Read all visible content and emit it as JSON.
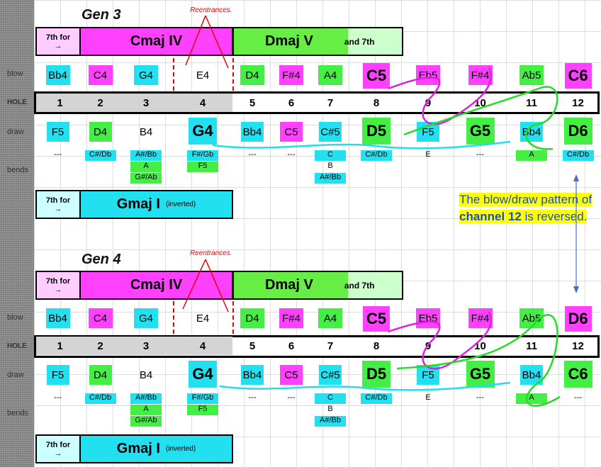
{
  "gen3": {
    "title": "Gen 3",
    "reentrances": "Reentrances.",
    "seventh_for": "7th for",
    "arrow": "→",
    "chord_iv": "Cmaj IV",
    "chord_v": "Dmaj V",
    "and_7th": "and 7th",
    "blow": [
      "Bb4",
      "C4",
      "G4",
      "E4",
      "D4",
      "F#4",
      "A4",
      "C5",
      "Eb5",
      "F#4",
      "Ab5",
      "C6"
    ],
    "holes": [
      "1",
      "2",
      "3",
      "4",
      "5",
      "6",
      "7",
      "8",
      "9",
      "10",
      "11",
      "12"
    ],
    "draw": [
      "F5",
      "D4",
      "B4",
      "G4",
      "Bb4",
      "C5",
      "C#5",
      "D5",
      "F5",
      "G5",
      "Bb4",
      "D6"
    ],
    "bends": [
      [
        "---"
      ],
      [
        "C#/Db"
      ],
      [
        "A#/Bb",
        "A",
        "G#/Ab"
      ],
      [
        "F#/Gb",
        "F5"
      ],
      [
        "---"
      ],
      [
        "---"
      ],
      [
        "C",
        "B",
        "A#/Bb"
      ],
      [
        "C#/Db"
      ],
      [
        "E"
      ],
      [
        "---"
      ],
      [
        "A"
      ],
      [
        "C#/Db"
      ]
    ],
    "chord_i": "Gmaj I",
    "inverted": "(inverted)"
  },
  "gen4": {
    "title": "Gen 4",
    "reentrances": "Reentrances.",
    "seventh_for": "7th for",
    "arrow": "→",
    "chord_iv": "Cmaj IV",
    "chord_v": "Dmaj V",
    "and_7th": "and 7th",
    "blow": [
      "Bb4",
      "C4",
      "G4",
      "E4",
      "D4",
      "F#4",
      "A4",
      "C5",
      "Eb5",
      "F#4",
      "Ab5",
      "D6"
    ],
    "holes": [
      "1",
      "2",
      "3",
      "4",
      "5",
      "6",
      "7",
      "8",
      "9",
      "10",
      "11",
      "12"
    ],
    "draw": [
      "F5",
      "D4",
      "B4",
      "G4",
      "Bb4",
      "C5",
      "C#5",
      "D5",
      "F5",
      "G5",
      "Bb4",
      "C6"
    ],
    "bends": [
      [
        "---"
      ],
      [
        "C#/Db"
      ],
      [
        "A#/Bb",
        "A",
        "G#/Ab"
      ],
      [
        "F#/Gb",
        "F5"
      ],
      [
        "---"
      ],
      [
        "---"
      ],
      [
        "C",
        "B",
        "A#/Bb"
      ],
      [
        "C#/Db"
      ],
      [
        "E"
      ],
      [
        "---"
      ],
      [
        "A"
      ],
      [
        "---"
      ]
    ],
    "chord_i": "Gmaj I",
    "inverted": "(inverted)"
  },
  "row_labels": {
    "blow": "blow",
    "hole": "HOLE",
    "draw": "draw",
    "bends": "bends"
  },
  "callout": {
    "pre": "The blow/draw pattern of ",
    "bold": "channel 12",
    "post": " is reversed."
  },
  "colors": {
    "magenta": "#ff40ff",
    "cyan": "#22e0f0",
    "green": "#44ee44",
    "pink": "#ffccff",
    "lightgreen": "#ccffcc"
  }
}
